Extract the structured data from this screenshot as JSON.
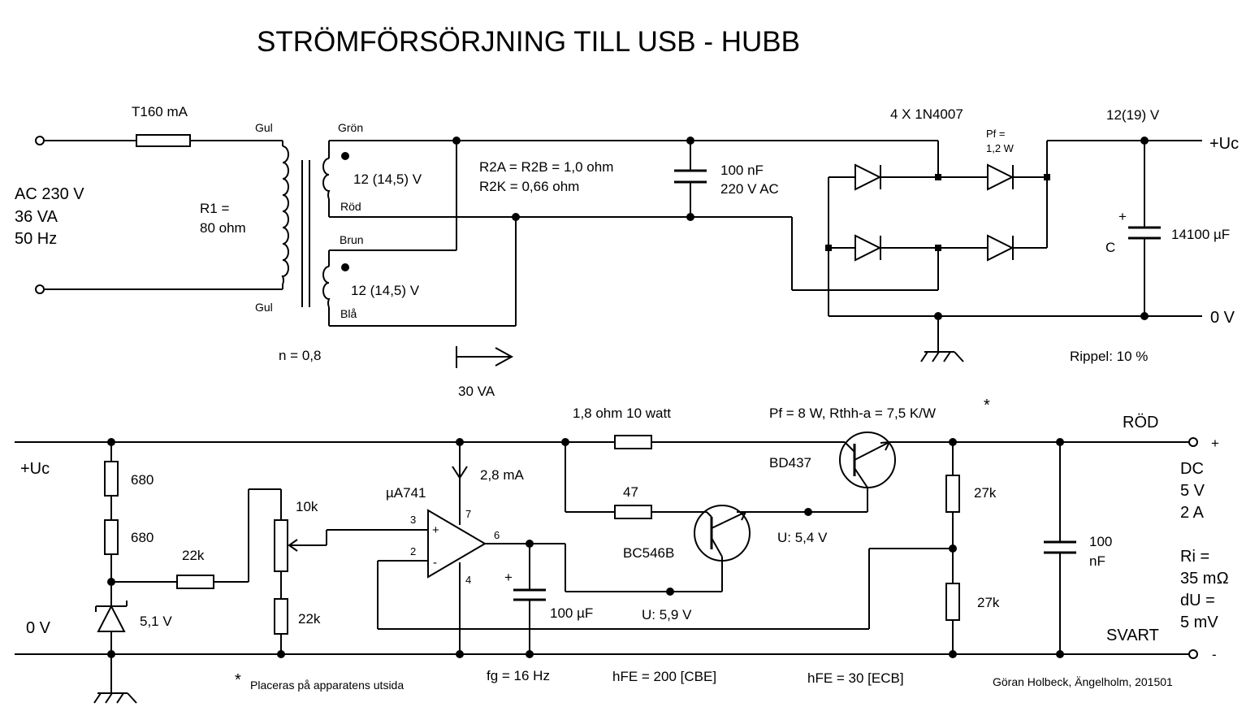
{
  "title": "STRÖMFÖRSÖRJNING TILL USB - HUBB",
  "credit": "Göran Holbeck, Ängelholm, 201501",
  "colors": {
    "ink": "#000000",
    "background": "#ffffff"
  },
  "upper": {
    "fuse": "T160 mA",
    "input": [
      "AC  230 V",
      "36 VA",
      "50 Hz"
    ],
    "primary_wire_top": "Gul",
    "primary_wire_bottom": "Gul",
    "r1": [
      "R1 =",
      "80 ohm"
    ],
    "ratio": "n = 0,8",
    "winding1": {
      "wire_top": "Grön",
      "voltage": "12 (14,5) V",
      "wire_bottom": "Röd"
    },
    "winding2": {
      "wire_top": "Brun",
      "voltage": "12 (14,5) V",
      "wire_bottom": "Blå"
    },
    "resistance": [
      "R2A = R2B = 1,0 ohm",
      "R2K = 0,66 ohm"
    ],
    "power_flow": "30 VA",
    "cap_ac": [
      "100 nF",
      "220 V AC"
    ],
    "bridge": "4 X 1N4007",
    "diode_power": [
      "Pf =",
      "1,2 W"
    ],
    "dc_voltage": "12(19) V",
    "plus_rail": "+Uc",
    "cap_plus": "+",
    "cap_name": "C",
    "cap_value": "14100 µF",
    "zero_rail": "0 V",
    "ripple": "Rippel:  10 %"
  },
  "lower": {
    "plus_rail": "+Uc",
    "zero_rail": "0 V",
    "r680a": "680",
    "r680b": "680",
    "zener": "5,1 V",
    "r22k_series": "22k",
    "pot": "10k",
    "r22k_pot": "22k",
    "opamp": "µA741",
    "pin3": "3",
    "pin2": "2",
    "pin7": "7",
    "pin4": "4",
    "pin6": "6",
    "opamp_plus": "+",
    "opamp_minus": "-",
    "opamp_current": "2,8 mA",
    "cap_plus": "+",
    "cap_filter": "100 µF",
    "filter_freq": "fg = 16 Hz",
    "r_sense": "1,8 ohm  10 watt",
    "r47": "47",
    "bc546b": "BC546B",
    "hfe_bc546b": "hFE = 200  [CBE]",
    "u_base": "U:  5,9 V",
    "u_emitter": "U:  5,4 V",
    "bd437": "BD437",
    "bd437_power": "Pf = 8 W, Rthh-a = 7,5 K/W",
    "asterisk_power": "*",
    "hfe_bd437": "hFE = 30  [ECB]",
    "r27k_top": "27k",
    "r27k_bottom": "27k",
    "cap_out": [
      "100",
      "nF"
    ],
    "red_label": "RÖD",
    "black_label": "SVART",
    "plus_terminal": "+",
    "minus_terminal": "-",
    "output": [
      "DC",
      "5 V",
      "2 A"
    ],
    "ri": [
      "Ri =",
      "35 mΩ",
      "dU =",
      "5 mV"
    ],
    "note_star": "*",
    "note": "Placeras på apparatens utsida"
  }
}
